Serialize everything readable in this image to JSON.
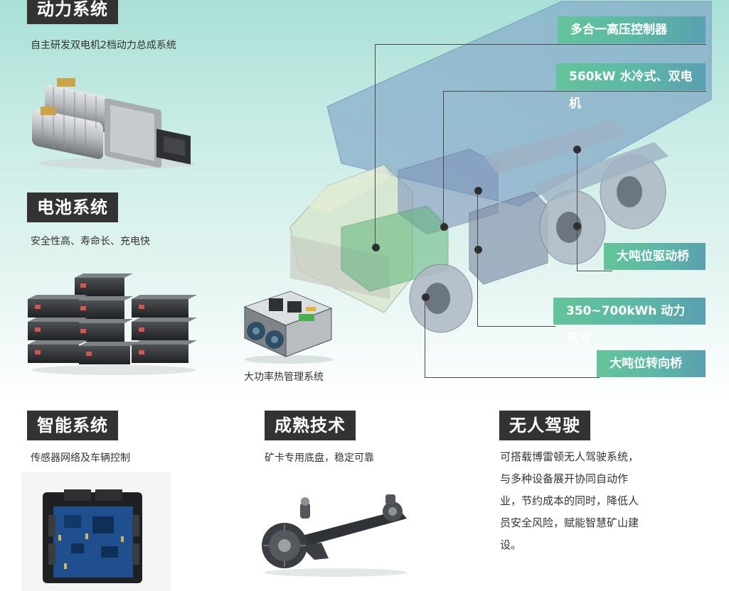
{
  "sections": {
    "power": {
      "title": "动力系统",
      "subtitle": "自主研发双电机2档动力总成系统"
    },
    "battery": {
      "title": "电池系统",
      "subtitle": "安全性高、寿命长、充电快",
      "thermal_caption": "大功率热管理系统"
    },
    "smart": {
      "title": "智能系统",
      "subtitle": "传感器网络及车辆控制"
    },
    "mature": {
      "title": "成熟技术",
      "subtitle": "矿卡专用底盘，稳定可靠"
    },
    "autonomous": {
      "title": "无人驾驶",
      "description_lines": [
        "可搭载博雷顿无人驾驶系统，",
        "与多种设备展开协同自动作",
        "业，节约成本的同时，降低人",
        "员安全风险，赋能智慧矿山建",
        "设。"
      ]
    }
  },
  "callouts": [
    {
      "label": "多合一高压控制器"
    },
    {
      "label": "560kW 水冷式、双电机"
    },
    {
      "label": "大吨位驱动桥"
    },
    {
      "label": "350~700kWh 动力电池"
    },
    {
      "label": "大吨位转向桥"
    }
  ],
  "colors": {
    "title_bg": "#333333",
    "callout_green": "#62c49a",
    "callout_blue": "#5a9fb0",
    "bg_top": "#a8e0d6"
  },
  "icons": [
    "dual-motor-powertrain-image",
    "battery-packs-image",
    "thermal-management-unit-image",
    "controller-board-image",
    "axle-image",
    "mining-truck-image"
  ]
}
